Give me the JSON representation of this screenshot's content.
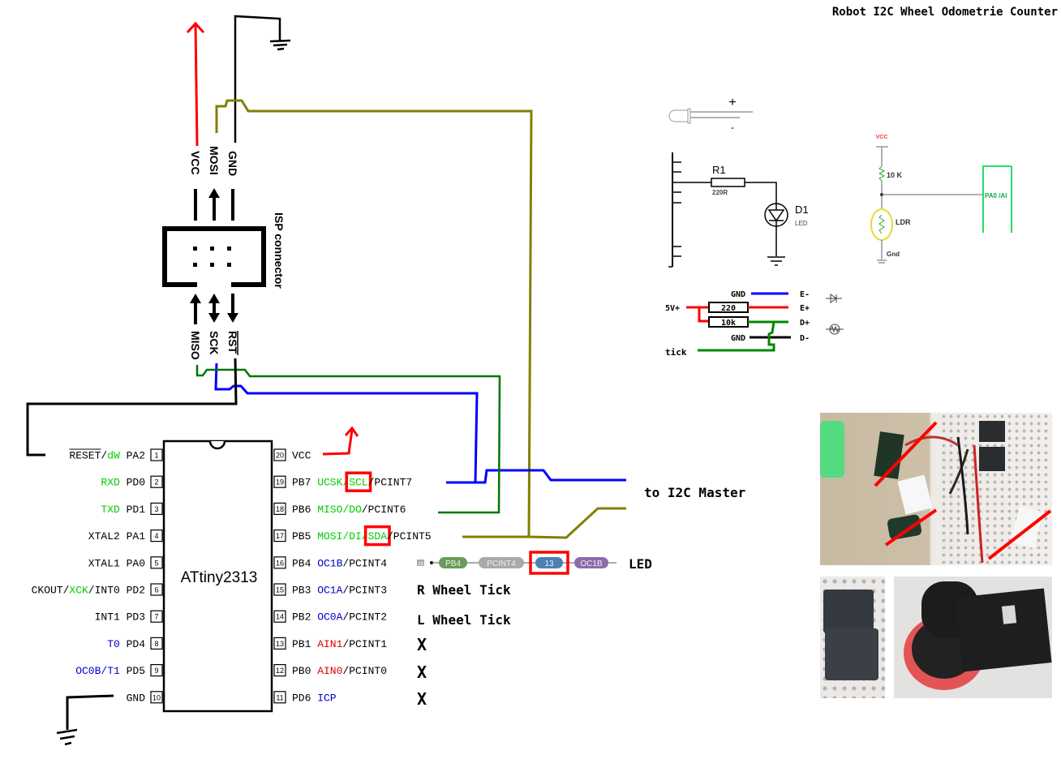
{
  "title": "Robot I2C Wheel Odometrie Counter",
  "chip": {
    "name": "ATtiny2313",
    "left_pins": [
      {
        "num": "1",
        "port": "PA2",
        "funcs": [
          {
            "t": "RESET",
            "c": "black",
            "over": true
          },
          {
            "t": "/",
            "c": "black"
          },
          {
            "t": "dW",
            "c": "green"
          }
        ]
      },
      {
        "num": "2",
        "port": "PD0",
        "funcs": [
          {
            "t": "RXD",
            "c": "green"
          }
        ]
      },
      {
        "num": "3",
        "port": "PD1",
        "funcs": [
          {
            "t": "TXD",
            "c": "green"
          }
        ]
      },
      {
        "num": "4",
        "port": "PA1",
        "funcs": [
          {
            "t": "XTAL2",
            "c": "black"
          }
        ]
      },
      {
        "num": "5",
        "port": "PA0",
        "funcs": [
          {
            "t": "XTAL1",
            "c": "black"
          }
        ]
      },
      {
        "num": "6",
        "port": "PD2",
        "funcs": [
          {
            "t": "CKOUT/",
            "c": "black"
          },
          {
            "t": "XCK",
            "c": "green"
          },
          {
            "t": "/INT0",
            "c": "black"
          }
        ]
      },
      {
        "num": "7",
        "port": "PD3",
        "funcs": [
          {
            "t": "INT1",
            "c": "black"
          }
        ]
      },
      {
        "num": "8",
        "port": "PD4",
        "funcs": [
          {
            "t": "T0",
            "c": "blue"
          }
        ]
      },
      {
        "num": "9",
        "port": "PD5",
        "funcs": [
          {
            "t": "OC0B/T1",
            "c": "blue"
          }
        ]
      },
      {
        "num": "10",
        "port": "GND",
        "funcs": []
      }
    ],
    "right_pins": [
      {
        "num": "20",
        "port": "VCC",
        "funcs": []
      },
      {
        "num": "19",
        "port": "PB7",
        "funcs": [
          {
            "t": "UCSK/",
            "c": "green"
          },
          {
            "t": "SCL",
            "c": "green",
            "box": true
          },
          {
            "t": "/PCINT7",
            "c": "black"
          }
        ]
      },
      {
        "num": "18",
        "port": "PB6",
        "funcs": [
          {
            "t": "MISO/DO",
            "c": "green"
          },
          {
            "t": "/PCINT6",
            "c": "black"
          }
        ]
      },
      {
        "num": "17",
        "port": "PB5",
        "funcs": [
          {
            "t": "MOSI/DI/",
            "c": "green"
          },
          {
            "t": "SDA",
            "c": "green",
            "box": true
          },
          {
            "t": "/PCINT5",
            "c": "black"
          }
        ]
      },
      {
        "num": "16",
        "port": "PB4",
        "funcs": [
          {
            "t": "OC1B",
            "c": "blue"
          },
          {
            "t": "/PCINT4",
            "c": "black"
          }
        ]
      },
      {
        "num": "15",
        "port": "PB3",
        "funcs": [
          {
            "t": "OC1A",
            "c": "blue"
          },
          {
            "t": "/PCINT3",
            "c": "black"
          }
        ]
      },
      {
        "num": "14",
        "port": "PB2",
        "funcs": [
          {
            "t": "OC0A",
            "c": "blue"
          },
          {
            "t": "/PCINT2",
            "c": "black"
          }
        ]
      },
      {
        "num": "13",
        "port": "PB1",
        "funcs": [
          {
            "t": "AIN1",
            "c": "red"
          },
          {
            "t": "/PCINT1",
            "c": "black"
          }
        ]
      },
      {
        "num": "12",
        "port": "PB0",
        "funcs": [
          {
            "t": "AIN0",
            "c": "red"
          },
          {
            "t": "/PCINT0",
            "c": "black"
          }
        ]
      },
      {
        "num": "11",
        "port": "PD6",
        "funcs": [
          {
            "t": "ICP",
            "c": "blue"
          }
        ]
      }
    ]
  },
  "annotations": {
    "r_wheel": "R Wheel Tick",
    "l_wheel": "L Wheel Tick",
    "unused_mark": "X",
    "led_label": "LED",
    "i2c_master": "to I2C Master"
  },
  "arduino_pin_chain": {
    "pin_num": "16",
    "chips": [
      {
        "label": "PB4",
        "color": "#6b9a5b"
      },
      {
        "label": "PCINT4",
        "color": "#a9a9a9"
      },
      {
        "label": "13",
        "color": "#4f7fb3",
        "highlight": true
      },
      {
        "label": "OC1B",
        "color": "#8d6bab"
      }
    ]
  },
  "isp": {
    "title": "ISP connector",
    "top_labels": [
      "VCC",
      "MOSI",
      "GND"
    ],
    "bottom_labels": [
      "MISO",
      "SCK",
      "RST"
    ]
  },
  "led_schematic": {
    "plus": "+",
    "minus": "-",
    "resistor": "R1",
    "resistor_value": "220R",
    "diode": "D1",
    "diode_value": "LED"
  },
  "ldr_schematic": {
    "vcc": "VCC",
    "resistor": "10 K",
    "ldr": "LDR",
    "gnd": "Gnd",
    "pin": "PA0 /AI"
  },
  "sensor_wiring": {
    "supply": "5V+",
    "tick": "tick",
    "rows": [
      {
        "left": "GND",
        "right": "E-"
      },
      {
        "left": "220",
        "right": "E+"
      },
      {
        "left": "10k",
        "right": "D+"
      },
      {
        "left": "GND",
        "right": "D-"
      }
    ]
  },
  "colors": {
    "vcc": "#ff0000",
    "scl": "#0000ff",
    "miso": "#007700",
    "sda": "#808000",
    "gnd": "#000000",
    "highlight": "#ff0000",
    "green_func": "#00cc00",
    "blue_func": "#0000cc",
    "red_func": "#dd0000"
  }
}
